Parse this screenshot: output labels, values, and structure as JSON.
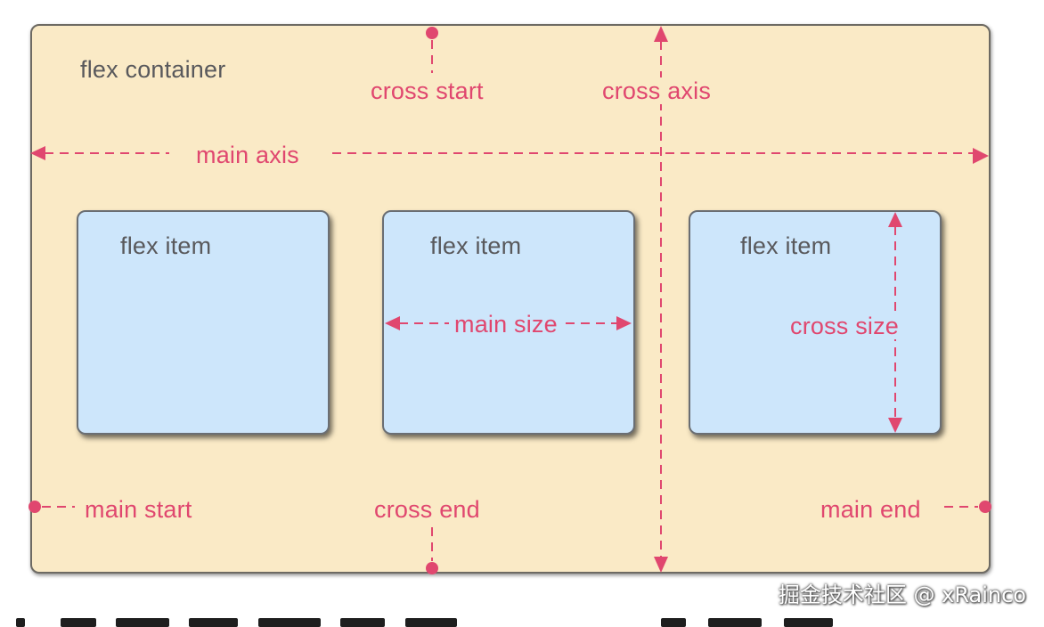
{
  "container_label": "flex container",
  "items": [
    {
      "label": "flex item"
    },
    {
      "label": "flex item"
    },
    {
      "label": "flex item"
    }
  ],
  "axis_labels": {
    "cross_start": "cross start",
    "cross_axis": "cross axis",
    "main_axis": "main axis",
    "main_size": "main size",
    "cross_size": "cross size",
    "main_start": "main start",
    "cross_end": "cross end",
    "main_end": "main end"
  },
  "watermark": "掘金技术社区 @ xRainco",
  "colors": {
    "container_fill": "#faeac6",
    "item_fill": "#cde6fb",
    "annotation_red": "#e0476f",
    "label_gray": "#59595c"
  }
}
